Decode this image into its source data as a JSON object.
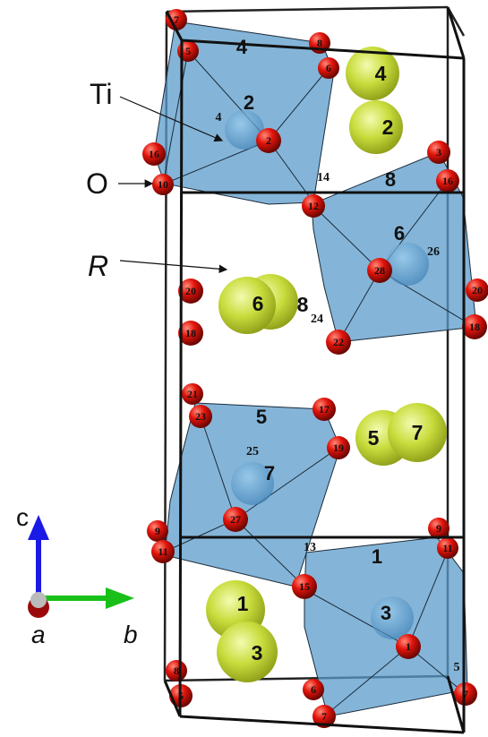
{
  "side_labels": {
    "ti": "Ti",
    "o": "O",
    "r": "R"
  },
  "axis_labels": {
    "c": "c",
    "b": "b",
    "a": "a"
  },
  "octahedra": [
    {
      "id": "2",
      "ti_label": "4"
    },
    {
      "id": "6",
      "ti_label": "26"
    },
    {
      "id": "7",
      "ti_label": "25"
    },
    {
      "id": "3",
      "ti_label": "13"
    }
  ],
  "octahedron_top_labels": [
    "4",
    "8",
    "5",
    "1"
  ],
  "oxygen_atoms": [
    "7",
    "8",
    "5",
    "6",
    "2",
    "16",
    "3",
    "10",
    "12",
    "16",
    "14",
    "20",
    "28",
    "22",
    "24",
    "20",
    "18",
    "18",
    "21",
    "23",
    "17",
    "19",
    "27",
    "9",
    "11",
    "15",
    "9",
    "11",
    "1",
    "5",
    "7",
    "6",
    "8",
    "5",
    "7"
  ],
  "r_atoms": [
    "4",
    "2",
    "6",
    "8",
    "5",
    "7",
    "1",
    "3"
  ],
  "colors": {
    "octahedron": "#5b9ccb",
    "oxygen": "#e3140b",
    "r_atom": "#c8dc3c",
    "axis_c": "#1a1ae6",
    "axis_b": "#18c018",
    "axis_a": "#b01010"
  }
}
